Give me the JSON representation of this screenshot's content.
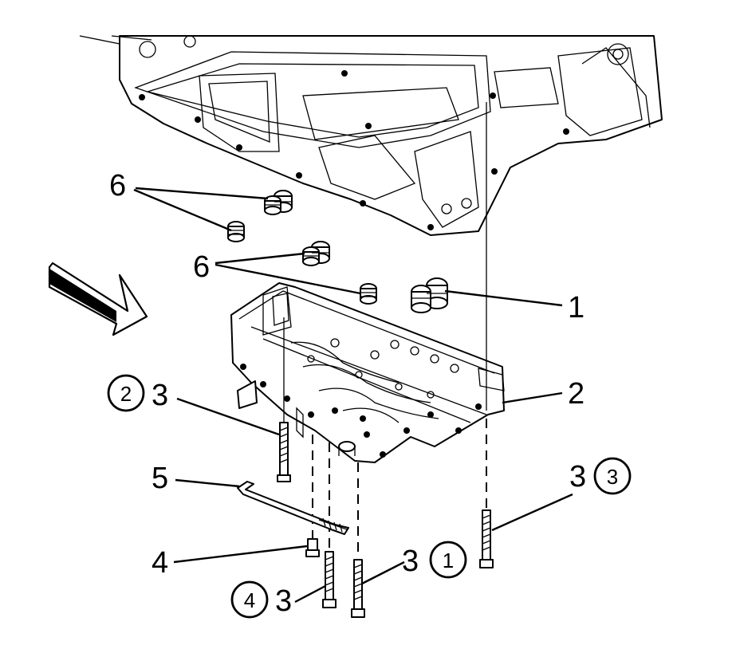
{
  "callouts": {
    "c1": "1",
    "c2": "2",
    "c3a": "3",
    "c3b": "3",
    "c3c": "3",
    "c3d": "3",
    "c4": "4",
    "c5": "5",
    "c6a": "6",
    "c6b": "6"
  },
  "sequence": {
    "s1": "1",
    "s2": "2",
    "s3": "3",
    "s4": "4"
  }
}
